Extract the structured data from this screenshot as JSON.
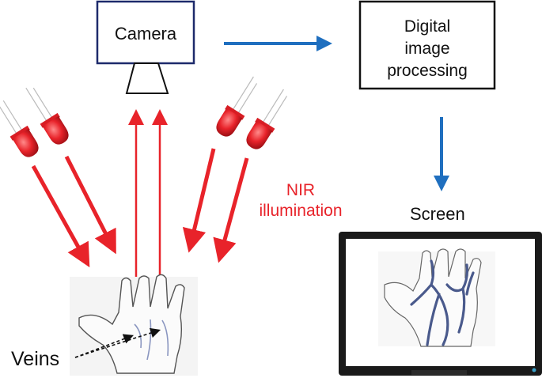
{
  "labels": {
    "camera": "Camera",
    "processing": [
      "Digital",
      "image",
      "processing"
    ],
    "screen": "Screen",
    "nir": [
      "NIR",
      "illumination"
    ],
    "veins": "Veins"
  },
  "colors": {
    "nir_red": "#e8232a",
    "flow_blue": "#1f6fbf",
    "box_border_camera": "#1d2a6b",
    "box_border_processing": "#111111",
    "vein_color": "#4a5a8c",
    "monitor_body": "#1a1a1a"
  },
  "icons": {
    "led": "red-led-icon",
    "hand": "hand-illustration",
    "monitor": "monitor-icon",
    "camera_lens": "camera-lens-icon"
  }
}
